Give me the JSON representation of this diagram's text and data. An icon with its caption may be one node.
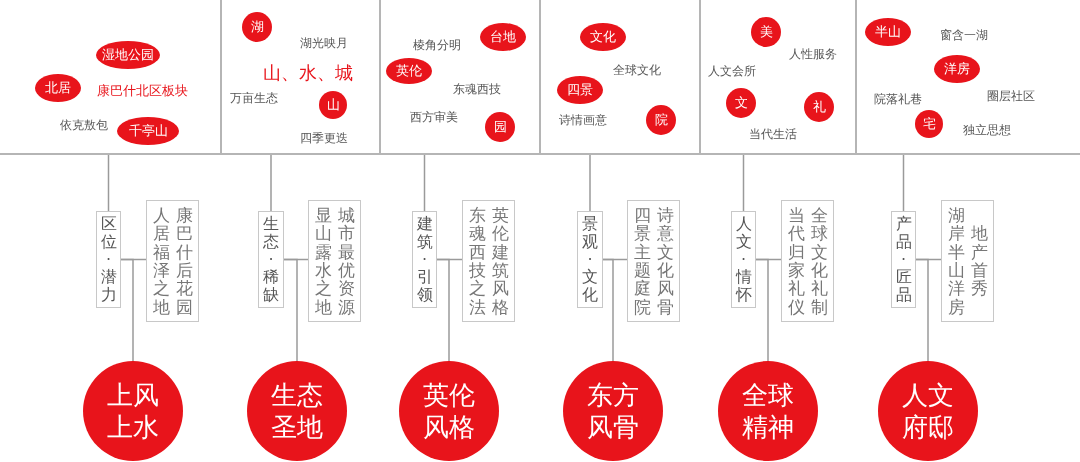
{
  "diagram": {
    "nodes": [
      {
        "text": [],
        "shape": "box"
      },
      {
        "text": [
          "湿地公园"
        ],
        "in": 0
      },
      {
        "text": [
          "北居"
        ],
        "in": 0
      },
      {
        "text": [
          "千亭山"
        ],
        "in": 0
      },
      {
        "text": [
          "区位·潜力"
        ]
      },
      {
        "text": [
          "人居福泽之地",
          "康巴什后花园"
        ]
      },
      {
        "text": [
          "上风上水"
        ]
      },
      {
        "text": [],
        "shape": "box"
      },
      {
        "text": [
          "湖"
        ],
        "in": 7
      },
      {
        "text": [
          "山"
        ],
        "in": 7
      },
      {
        "text": [
          "生态·稀缺"
        ]
      },
      {
        "text": [
          "显山露水之地",
          "城市最优资源"
        ]
      },
      {
        "text": [
          "生态圣地"
        ]
      },
      {
        "text": [],
        "shape": "box"
      },
      {
        "text": [
          "台地"
        ],
        "in": 13
      },
      {
        "text": [
          "英伦"
        ],
        "in": 13
      },
      {
        "text": [
          "园"
        ],
        "in": 13
      },
      {
        "text": [
          "建筑·引领"
        ]
      },
      {
        "text": [
          "东魂西技之法",
          "英伦建筑风格"
        ]
      },
      {
        "text": [
          "英伦风格"
        ]
      },
      {
        "text": [],
        "shape": "box"
      },
      {
        "text": [
          "文化"
        ],
        "in": 20
      },
      {
        "text": [
          "四景"
        ],
        "in": 20
      },
      {
        "text": [
          "院"
        ],
        "in": 20
      },
      {
        "text": [
          "景观·文化"
        ]
      },
      {
        "text": [
          "四景主题庭院",
          "诗意文化风骨"
        ]
      },
      {
        "text": [
          "东方风骨"
        ]
      },
      {
        "text": [],
        "shape": "box"
      },
      {
        "text": [
          "美"
        ],
        "in": 27
      },
      {
        "text": [
          "文"
        ],
        "in": 27
      },
      {
        "text": [
          "礼"
        ],
        "in": 27
      },
      {
        "text": [
          "人文·情怀"
        ]
      },
      {
        "text": [
          "当代归家礼仪",
          "全球文化礼制"
        ]
      },
      {
        "text": [
          "全球精神"
        ]
      },
      {
        "text": [],
        "shape": "box"
      },
      {
        "text": [
          "半山"
        ],
        "in": 34
      },
      {
        "text": [
          "洋房"
        ],
        "in": 34
      },
      {
        "text": [
          "宅"
        ],
        "in": 34
      },
      {
        "text": [
          "产品·匠品"
        ]
      },
      {
        "text": [
          "湖岸半山洋房",
          "地产首秀"
        ]
      },
      {
        "text": [
          "人文府邸"
        ]
      }
    ],
    "edges": [
      {
        "from": 0,
        "to": 4,
        "arrow": "none"
      },
      {
        "from": 4,
        "to": 5,
        "arrow": "none"
      },
      {
        "from": 4,
        "to": 6,
        "arrow": "none"
      },
      {
        "from": 7,
        "to": 10,
        "arrow": "none"
      },
      {
        "from": 10,
        "to": 11,
        "arrow": "none"
      },
      {
        "from": 10,
        "to": 12,
        "arrow": "none"
      },
      {
        "from": 13,
        "to": 17,
        "arrow": "none"
      },
      {
        "from": 17,
        "to": 18,
        "arrow": "none"
      },
      {
        "from": 17,
        "to": 19,
        "arrow": "none"
      },
      {
        "from": 20,
        "to": 24,
        "arrow": "none"
      },
      {
        "from": 24,
        "to": 25,
        "arrow": "none"
      },
      {
        "from": 24,
        "to": 26,
        "arrow": "none"
      },
      {
        "from": 27,
        "to": 31,
        "arrow": "none"
      },
      {
        "from": 31,
        "to": 32,
        "arrow": "none"
      },
      {
        "from": 31,
        "to": 33,
        "arrow": "none"
      },
      {
        "from": 34,
        "to": 38,
        "arrow": "none"
      },
      {
        "from": 38,
        "to": 39,
        "arrow": "none"
      },
      {
        "from": 38,
        "to": 40,
        "arrow": "none"
      }
    ],
    "labels": [
      "康巴什北区板块",
      "依克敖包",
      "湖光映月",
      "山、水、城",
      "万亩生态",
      "四季更迭",
      "棱角分明",
      "东魂西技",
      "西方审美",
      "全球文化",
      "诗情画意",
      "人性服务",
      "人文会所",
      "当代生活",
      "窗含一湖",
      "院落礼巷",
      "圈层社区",
      "独立思想"
    ]
  }
}
